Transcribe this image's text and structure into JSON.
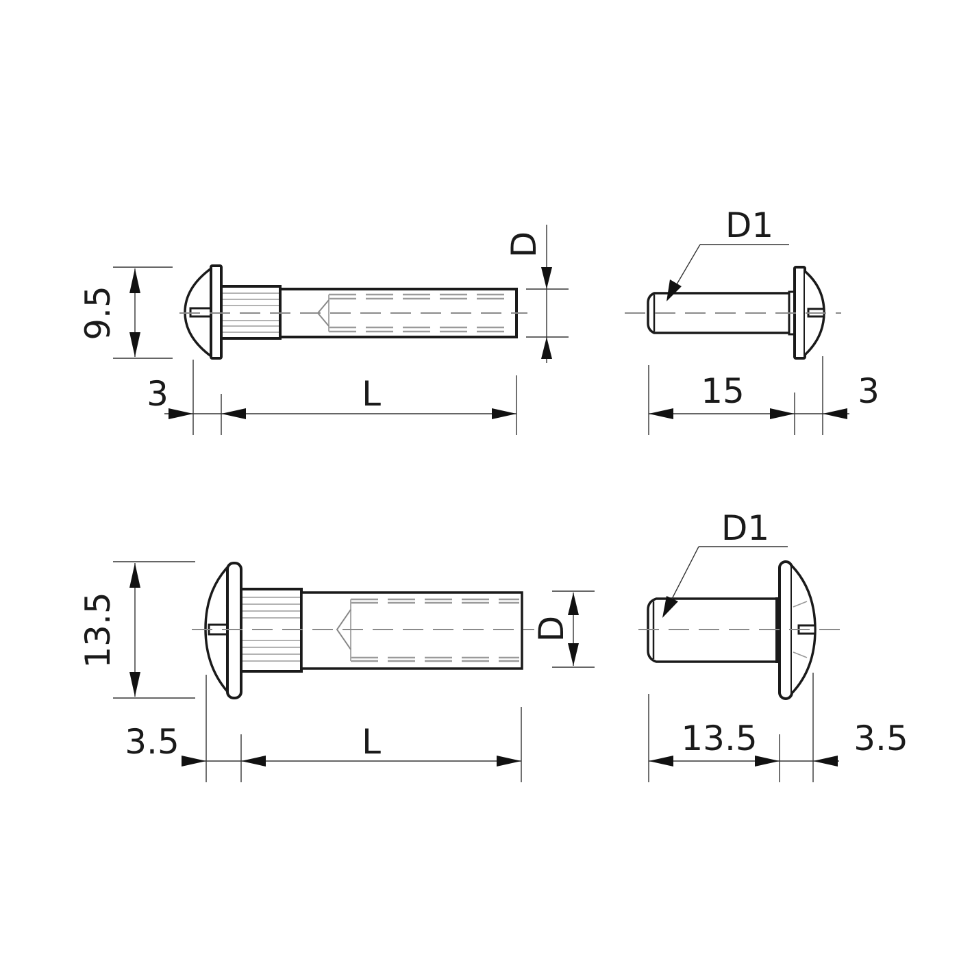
{
  "diagram": {
    "title": "Connector bolt dimension drawing",
    "colors": {
      "line": "#1a1a1a",
      "center_line": "#8a8a8a",
      "background": "#ffffff"
    },
    "small_bolt": {
      "side_view": {
        "head_height_label": "9.5",
        "head_width_label": "3",
        "length_label": "L",
        "diameter_label": "D"
      },
      "end_view": {
        "pin_diameter_label": "D1",
        "pin_length_label": "15",
        "head_width_label": "3"
      }
    },
    "large_bolt": {
      "side_view": {
        "head_height_label": "13.5",
        "head_width_label": "3.5",
        "length_label": "L",
        "diameter_label": "D"
      },
      "end_view": {
        "pin_diameter_label": "D1",
        "pin_length_label": "13.5",
        "head_width_label": "3.5"
      }
    }
  }
}
